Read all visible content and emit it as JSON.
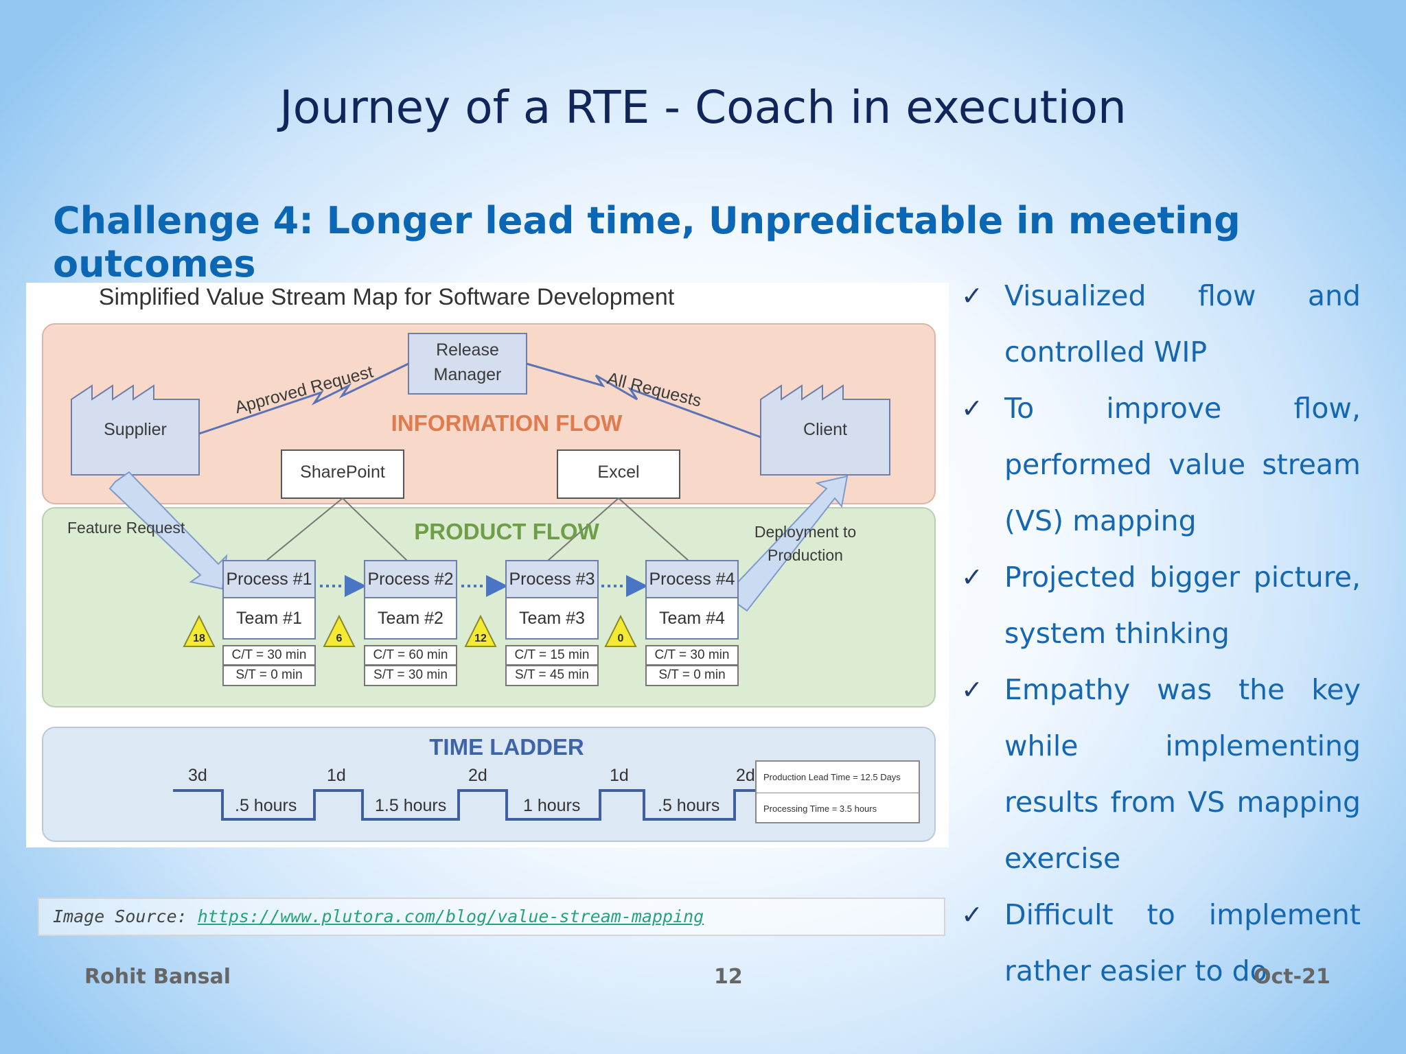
{
  "slide": {
    "title": "Journey of a RTE - Coach in execution",
    "challenge": "Challenge 4: Longer lead time, Unpredictable in meeting outcomes"
  },
  "diagram": {
    "title": "Simplified Value Stream Map for Software Development",
    "release_manager": "Release Manager",
    "supplier": "Supplier",
    "client": "Client",
    "information_flow": "INFORMATION FLOW",
    "approved_request": "Approved Request",
    "all_requests": "All Requests",
    "sharepoint": "SharePoint",
    "excel": "Excel",
    "product_flow": "PRODUCT FLOW",
    "feature_request": "Feature Request",
    "deployment": "Deployment to Production",
    "processes": [
      {
        "name": "Process #1",
        "team": "Team #1",
        "ct": "C/T = 30 min",
        "st": "S/T = 0 min"
      },
      {
        "name": "Process #2",
        "team": "Team #2",
        "ct": "C/T = 60 min",
        "st": "S/T = 30 min"
      },
      {
        "name": "Process #3",
        "team": "Team #3",
        "ct": "C/T = 15 min",
        "st": "S/T = 45 min"
      },
      {
        "name": "Process #4",
        "team": "Team #4",
        "ct": "C/T = 30 min",
        "st": "S/T = 0 min"
      }
    ],
    "inventory": [
      "18",
      "6",
      "12",
      "0"
    ],
    "time_ladder": "TIME LADDER",
    "ladder_days": [
      "3d",
      "1d",
      "2d",
      "1d",
      "2d"
    ],
    "ladder_hours": [
      ".5 hours",
      "1.5 hours",
      "1 hours",
      ".5 hours"
    ],
    "production_lead_time": "Production Lead Time = 12.5 Days",
    "processing_time": "Processing Time = 3.5 hours",
    "colors": {
      "information_band": "#f8d8c8",
      "product_band": "#dcecd2",
      "ladder_band": "#dde8f5",
      "box_fill": "#d4deef",
      "inventory_triangle": "#f5ea33"
    }
  },
  "source": {
    "label": "Image Source: ",
    "url": "https://www.plutora.com/blog/value-stream-mapping"
  },
  "bullets": [
    "Visualized flow and controlled WIP",
    "To improve flow, performed value stream (VS) mapping",
    "Projected bigger picture, system thinking",
    "Empathy was the key while implementing results from VS mapping exercise",
    "Difficult to implement rather easier to do"
  ],
  "footer": {
    "author": "Rohit Bansal",
    "page": "12",
    "date": "Oct-21"
  }
}
